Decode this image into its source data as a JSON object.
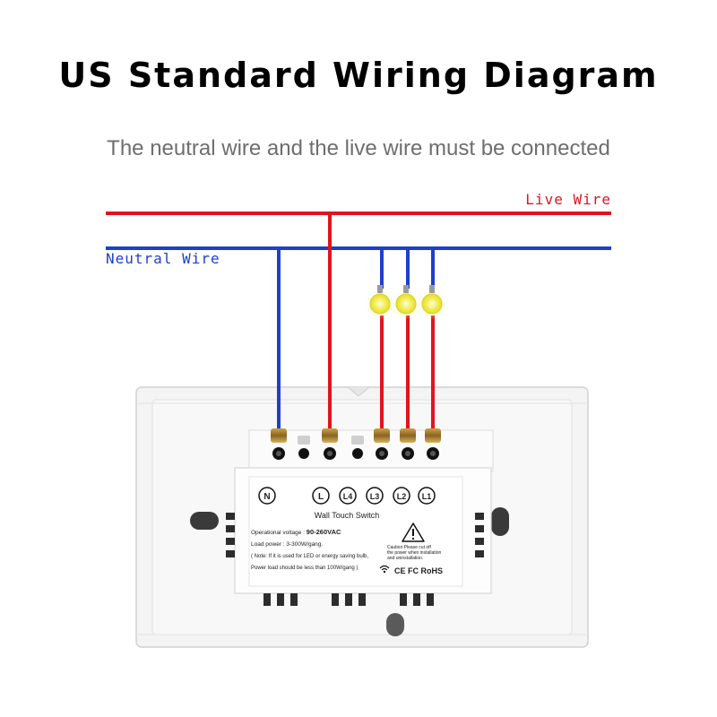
{
  "title": "US Standard Wiring Diagram",
  "subtitle": "The neutral wire and the live wire must be connected",
  "wires": {
    "live": {
      "label": "Live Wire",
      "color": "#e0141e"
    },
    "neutral": {
      "label": "Neutral Wire",
      "color": "#1e3fcc"
    }
  },
  "bulbs": {
    "count": 3,
    "color": "#f2ee5a",
    "glow": "#fbf7b0"
  },
  "device": {
    "terminals": [
      "N",
      "L",
      "L4",
      "L3",
      "L2",
      "L1"
    ],
    "name": "Wall Touch Switch",
    "voltage_label": "Operational voltage : ",
    "voltage_value": "90-260VAC",
    "load_power": "Load power : 3-300W/gang.",
    "note_line1": "( Note: If it is used for LED or energy saving bulb,",
    "note_line2": "Power load should be less than 100W/gang )",
    "caution_line1": "Caution:Please cut off",
    "caution_line2": "the power when installation",
    "caution_line3": "and uninstallation.",
    "certifications": "CE FC RoHS"
  }
}
